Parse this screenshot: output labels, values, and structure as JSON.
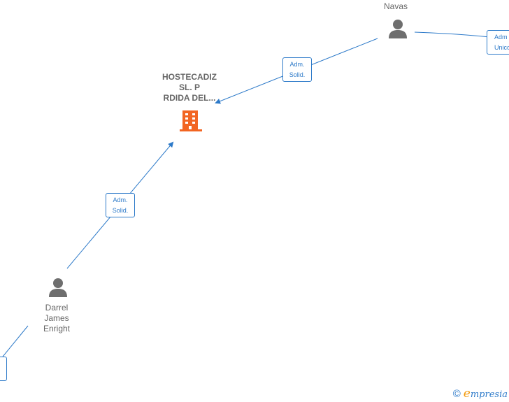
{
  "colors": {
    "edge": "#2d7ac9",
    "person": "#6e6e6e",
    "company": "#f26522",
    "label": "#666666"
  },
  "nodes": {
    "company": {
      "line1": "HOSTECADIZ",
      "line2": "SL.  P",
      "line3": "RDIDA DEL..."
    },
    "navas": {
      "name": "Navas"
    },
    "darrel": {
      "line1": "Darrel",
      "line2": "James",
      "line3": "Enright"
    }
  },
  "relations": {
    "navas_to_company": {
      "line1": "Adm.",
      "line2": "Solid."
    },
    "darrel_to_company": {
      "line1": "Adm.",
      "line2": "Solid."
    },
    "navas_offscreen": {
      "line1": "Adm",
      "line2": "Unico"
    }
  },
  "footer": {
    "copyright": "©",
    "brand_initial": "e",
    "brand_rest": "mpresia"
  }
}
